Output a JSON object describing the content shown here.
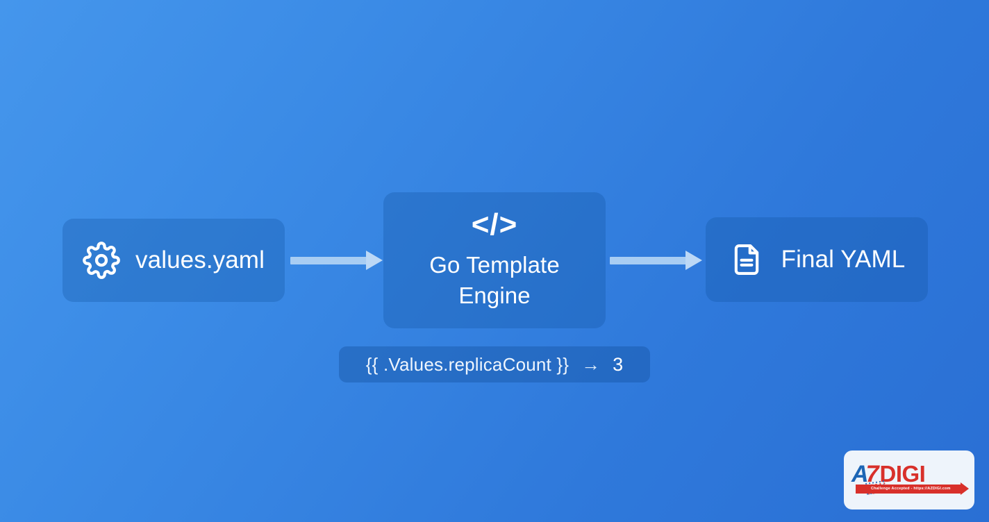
{
  "scene": {
    "title": "Helm Go template rendering flow",
    "background_gradient_from": "#4596ec",
    "background_gradient_to": "#2a6fd4",
    "node_fill": "rgba(18,82,160,0.30)",
    "arrow_color": "#bcd8f6",
    "text_color": "#ffffff"
  },
  "nodes": [
    {
      "id": "source",
      "icon": "gear-icon",
      "label": "values.yaml"
    },
    {
      "id": "engine",
      "icon": "code-brackets-icon",
      "icon_glyph": "</>",
      "label": "Go Template\nEngine"
    },
    {
      "id": "output",
      "icon": "document-icon",
      "label": "Final YAML"
    }
  ],
  "arrows": [
    {
      "id": "source-to-engine",
      "direction": "right"
    },
    {
      "id": "engine-to-output",
      "direction": "right"
    }
  ],
  "expression": {
    "template": "{{ .Values.replicaCount }}",
    "arrow": "→",
    "result": "3"
  },
  "watermark": {
    "brand_a": "A",
    "brand_seven": "7",
    "brand_digi": "DIGI",
    "tagline": "Challenge Accepted - https://AZDIGI.com",
    "brand_blue": "#1d66b5",
    "brand_red": "#d8302a"
  }
}
